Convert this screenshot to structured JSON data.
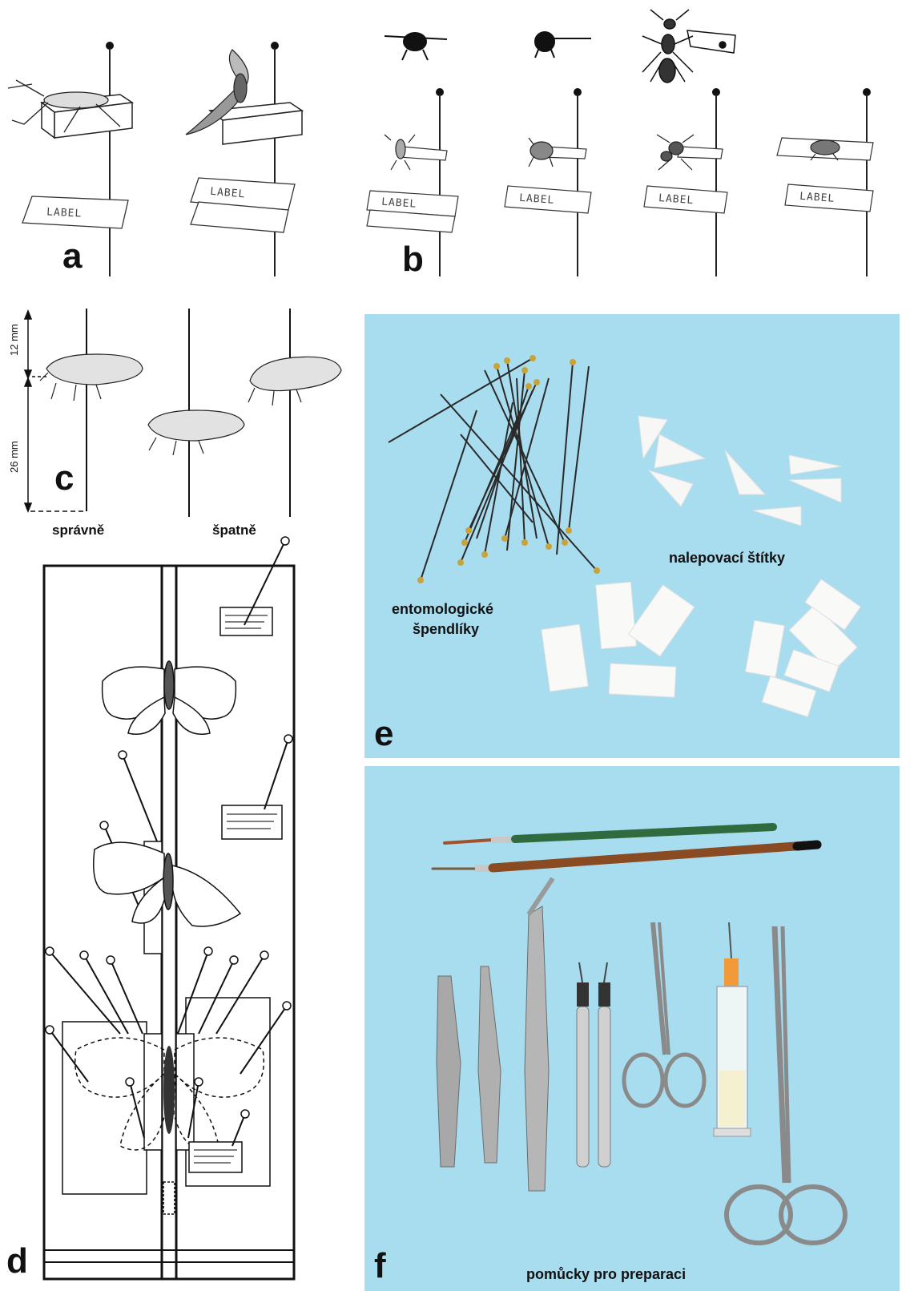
{
  "panels": {
    "a": {
      "letter": "a",
      "label_text": "LABEL"
    },
    "b": {
      "letter": "b",
      "label_text": "LABEL"
    },
    "c": {
      "letter": "c",
      "dim_top": "12 mm",
      "dim_bottom": "26 mm",
      "correct": "správně",
      "wrong": "špatně"
    },
    "d": {
      "letter": "d"
    },
    "e": {
      "letter": "e",
      "pins_caption_line1": "entomologické",
      "pins_caption_line2": "špendlíky",
      "tags_caption": "nalepovací štítky"
    },
    "f": {
      "letter": "f",
      "caption": "pomůcky pro preparaci"
    }
  },
  "colors": {
    "photo_bg": "#a8dcef",
    "ink": "#111111"
  }
}
